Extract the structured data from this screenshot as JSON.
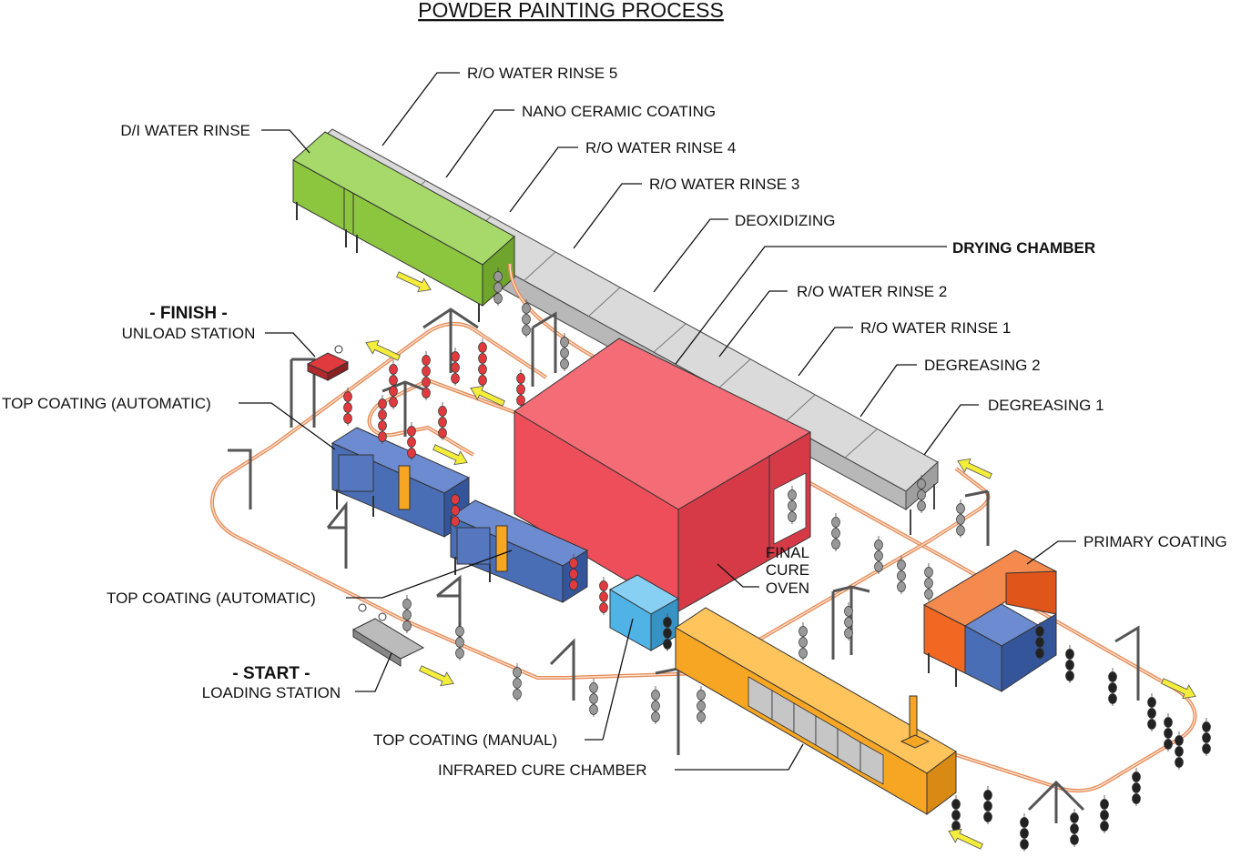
{
  "title": "POWDER PAINTING PROCESS",
  "labels": {
    "ro_rinse_5": "R/O WATER RINSE 5",
    "nano_ceramic": "NANO CERAMIC COATING",
    "di_rinse": "D/I WATER RINSE",
    "ro_rinse_4": "R/O WATER RINSE 4",
    "ro_rinse_3": "R/O WATER RINSE 3",
    "deoxidizing": "DEOXIDIZING",
    "drying_chamber": "DRYING CHAMBER",
    "ro_rinse_2": "R/O WATER RINSE 2",
    "ro_rinse_1": "R/O WATER RINSE 1",
    "degreasing_2": "DEGREASING 2",
    "degreasing_1": "DEGREASING 1",
    "finish_heading": "- FINISH -",
    "unload_station": "UNLOAD STATION",
    "top_coating_auto_1": "TOP COATING (AUTOMATIC)",
    "top_coating_auto_2": "TOP COATING (AUTOMATIC)",
    "primary_coating": "PRIMARY COATING",
    "final_cure_oven": [
      "FINAL",
      "CURE",
      "OVEN"
    ],
    "start_heading": "- START -",
    "loading_station": "LOADING STATION",
    "top_coating_manual": "TOP COATING (MANUAL)",
    "infrared_cure": "INFRARED CURE CHAMBER"
  },
  "colors": {
    "rinse_tunnel": "#c8c8c8",
    "di_rinse_booth": "#8cc63f",
    "curing_oven": "#ee4e5a",
    "auto_booths": "#4a6eb5",
    "manual_booth": "#4fb3e6",
    "infrared_chamber": "#f6a623",
    "primary_booth_front": "#f26722",
    "primary_booth_side": "#4a6eb5",
    "conveyor_rail": "#e58a55",
    "direction_arrows": "#f4ee3a",
    "painted_parts": "#e03a3e",
    "raw_parts": "#999999",
    "finished_parts": "#222222"
  }
}
